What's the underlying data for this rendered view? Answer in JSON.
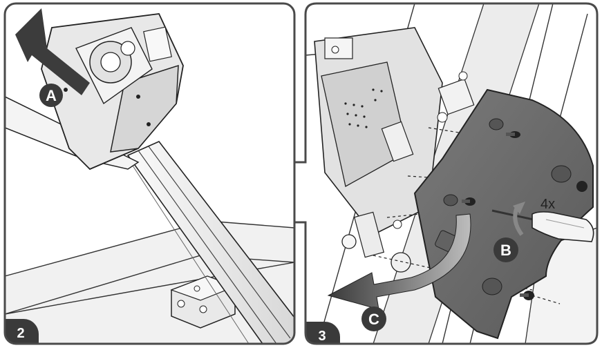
{
  "panels": [
    {
      "step": "2",
      "callouts": [
        {
          "letter": "A"
        }
      ]
    },
    {
      "step": "3",
      "callouts": [
        {
          "letter": "B"
        },
        {
          "letter": "C"
        }
      ],
      "repeat_text": "4x"
    }
  ],
  "colors": {
    "frame": "#4a4a4a",
    "badge": "#3a3a3a",
    "arrow": "#444444",
    "cover": "#6e6e6e",
    "part": "#e6e6e6",
    "line": "#2a2a2a"
  }
}
